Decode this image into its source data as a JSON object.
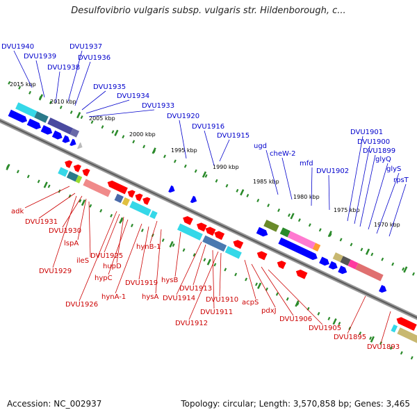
{
  "title": "Desulfovibrio vulgaris subsp. vulgaris str. Hildenborough, c...",
  "footer": {
    "accession": "Accession: NC_002937",
    "topology": "Topology: circular; Length: 3,570,858 bp; Genes: 3,465"
  },
  "colors": {
    "backbone": "#808080",
    "forward_label": "#0000cc",
    "reverse_label": "#cc0000",
    "tick": "#2a8a2a",
    "forward_gene": "#0000ff",
    "reverse_gene": "#ff0000"
  },
  "kbp_labels": [
    "2015 kbp",
    "2010 kbp",
    "2005 kbp",
    "2000 kbp",
    "1995 kbp",
    "1990 kbp",
    "1985 kbp",
    "1980 kbp",
    "1975 kbp",
    "1970 kbp"
  ],
  "forward_genes": [
    "DVU1940",
    "DVU1939",
    "DVU1938",
    "DVU1937",
    "DVU1936",
    "DVU1935",
    "DVU1934",
    "DVU1933",
    "DVU1920",
    "DVU1916",
    "DVU1915",
    "ugd",
    "cheW-2",
    "mfd",
    "DVU1902",
    "DVU1901",
    "DVU1900",
    "DVU1899",
    "glyQ",
    "glyS",
    "rpsT"
  ],
  "reverse_genes": [
    "adk",
    "DVU1931",
    "DVU1930",
    "lspA",
    "ileS",
    "DVU1929",
    "DVU1925",
    "hupD",
    "hypC",
    "DVU1926",
    "hynB-1",
    "hynA-1",
    "DVU1919",
    "hysA",
    "hysB",
    "DVU1913",
    "DVU1914",
    "DVU1911",
    "DVU1912",
    "DVU1910",
    "acpS",
    "pdxJ",
    "DVU1906",
    "DVU1905",
    "DVU1895",
    "DVU1893"
  ]
}
